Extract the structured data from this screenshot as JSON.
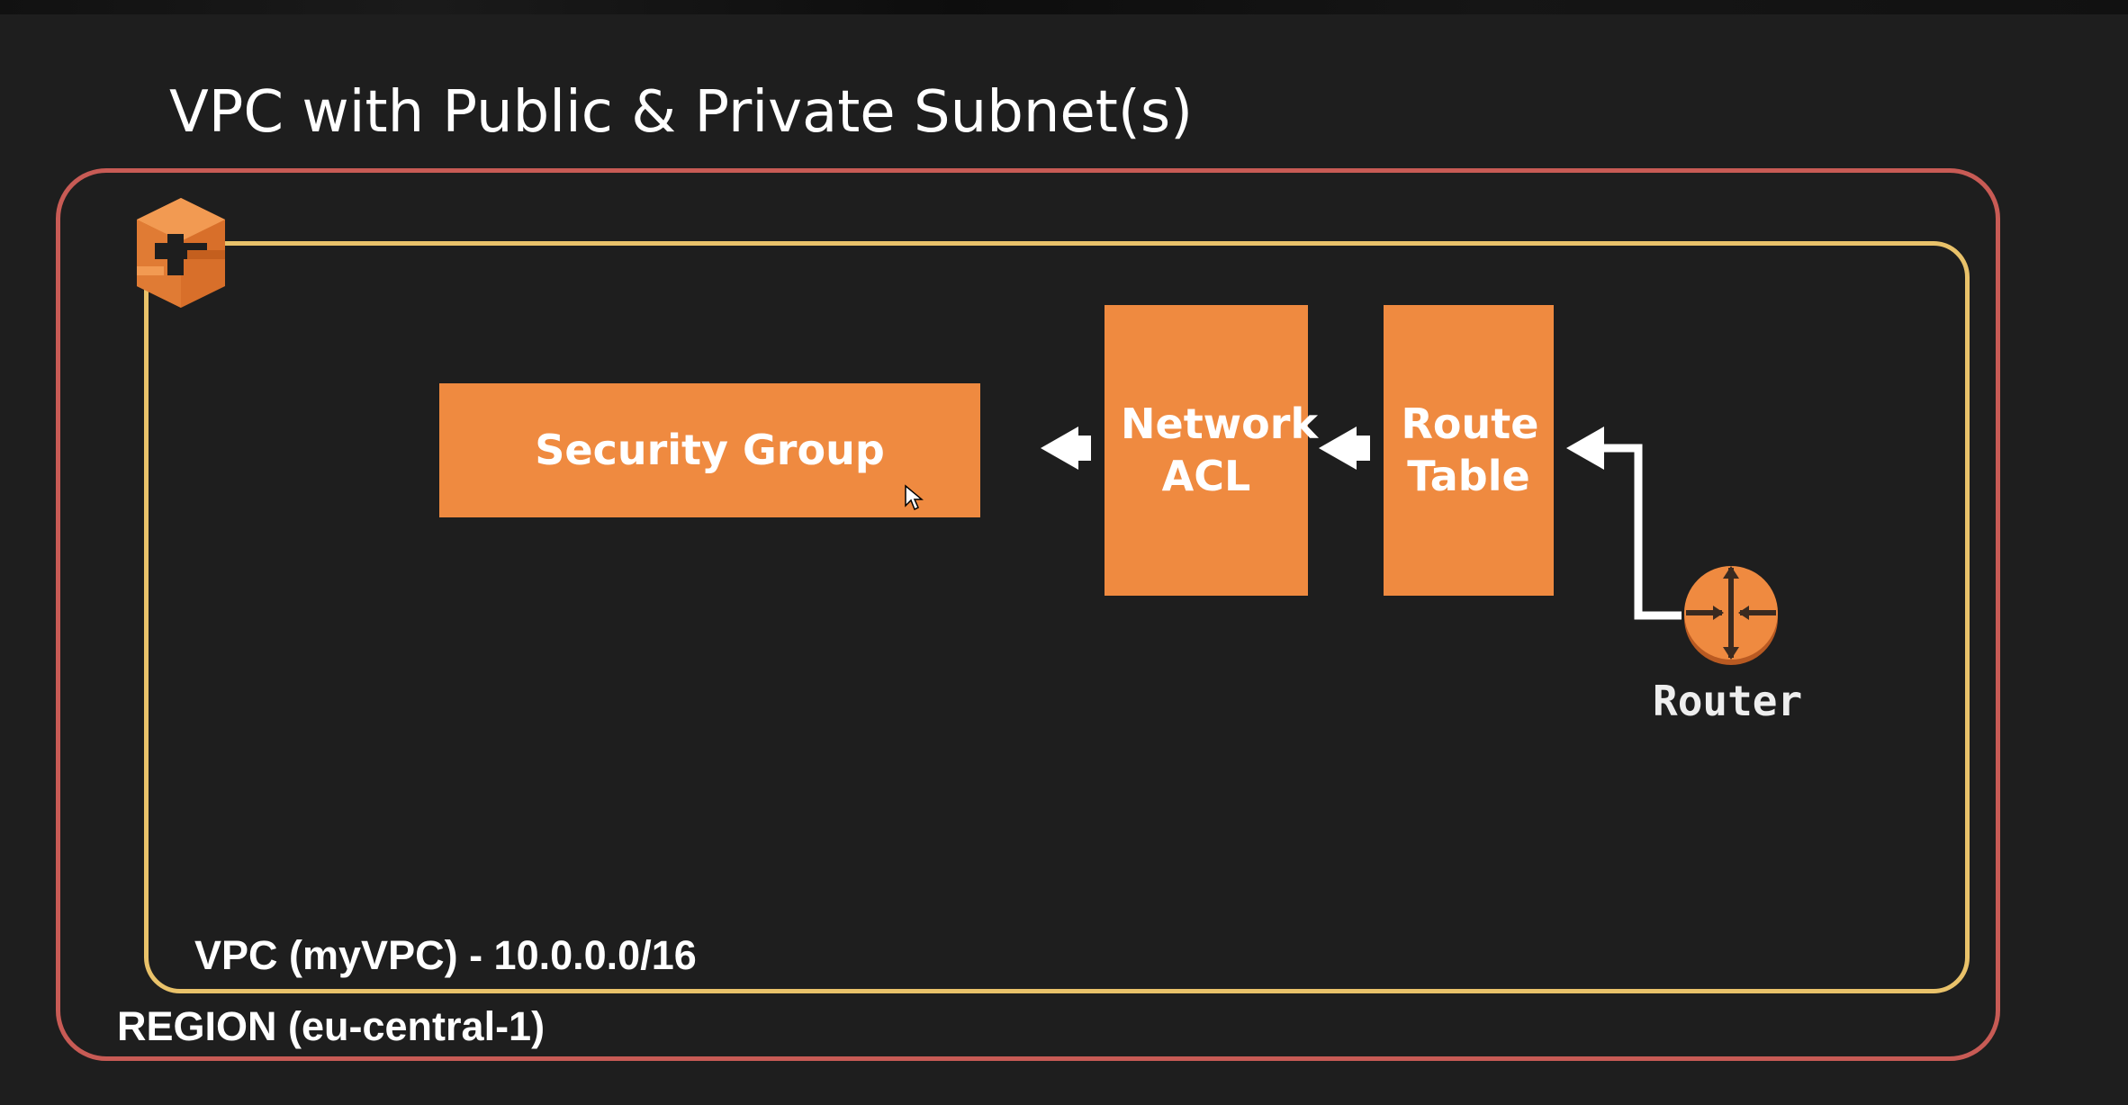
{
  "slide": {
    "title": "VPC with Public & Private Subnet(s)"
  },
  "region": {
    "label": "REGION (eu-central-1)",
    "border_color": "#c85b55"
  },
  "vpc": {
    "label": "VPC (myVPC) - 10.0.0.0/16",
    "border_color": "#e9c26a",
    "icon": "aws-vpc-icon"
  },
  "components": {
    "security_group": "Security Group",
    "network_acl": "Network ACL",
    "route_table": "Route Table",
    "router": "Router",
    "router_icon": "router-icon",
    "box_color": "#ef8a40"
  },
  "flow": [
    "Router",
    "Route Table",
    "Network ACL",
    "Security Group"
  ]
}
